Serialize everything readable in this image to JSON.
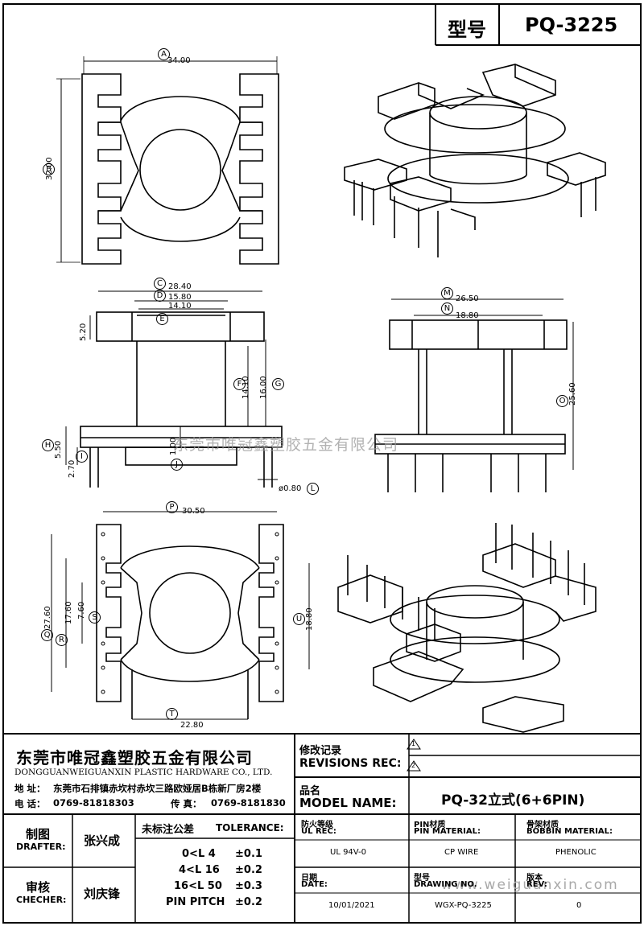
{
  "header": {
    "model_label": "型号",
    "model_value": "PQ-3225"
  },
  "dimensions": {
    "A": {
      "letter": "A",
      "value": "34.00"
    },
    "B": {
      "letter": "B",
      "value": "32.00"
    },
    "C": {
      "letter": "C",
      "value": "28.40"
    },
    "D": {
      "letter": "D",
      "value": "15.80"
    },
    "E": {
      "letter": "E",
      "value": "14.10"
    },
    "side_top": "5.20",
    "F": {
      "letter": "F",
      "value": "14.10"
    },
    "G": {
      "letter": "G",
      "value": "16.00"
    },
    "H": {
      "letter": "H",
      "value": "5.50"
    },
    "I": {
      "letter": "I",
      "value": "2.70"
    },
    "J": {
      "letter": "J",
      "value": "1.00"
    },
    "L": {
      "letter": "L",
      "value": "ø0.80"
    },
    "M": {
      "letter": "M",
      "value": "26.50"
    },
    "N": {
      "letter": "N",
      "value": "18.80"
    },
    "O": {
      "letter": "O",
      "value": "25.60"
    },
    "P": {
      "letter": "P",
      "value": "30.50"
    },
    "Q": {
      "letter": "Q",
      "value": "27.60"
    },
    "R": {
      "letter": "R",
      "value": "17.60"
    },
    "S": {
      "letter": "S",
      "value": "7.60"
    },
    "U": {
      "letter": "U",
      "value": "18.80"
    },
    "T": {
      "letter": "T",
      "value": "22.80"
    }
  },
  "watermark": {
    "text": "东莞市唯冠鑫塑胶五金有限公司",
    "url": "www.weiguanxin.com"
  },
  "company": {
    "name_cn": "东莞市唯冠鑫塑胶五金有限公司",
    "name_en": "DONGGUANWEIGUANXIN PLASTIC HARDWARE CO., LTD.",
    "address_label": "地  址：",
    "address": "东莞市石排镇赤坎村赤坎三路欧娅居B栋新厂房2楼",
    "tel_label": "电  话：",
    "tel": "0769-81818303",
    "fax_label": "传  真：",
    "fax": "0769-8181830"
  },
  "revisions": {
    "label_cn": "修改记录",
    "label_en": "REVISIONS REC:",
    "rev1": "1",
    "rev2": "2"
  },
  "model": {
    "label_cn": "品名",
    "label_en": "MODEL NAME:",
    "value": "PQ-32立式(6+6PIN)"
  },
  "people": {
    "drafter_cn": "制图",
    "drafter_en": "DRAFTER:",
    "drafter_name": "张兴成",
    "checker_cn": "审核",
    "checker_en": "CHECHER:",
    "checker_name": "刘庆锋"
  },
  "tolerance": {
    "title_cn": "未标注公差",
    "title_en": "TOLERANCE:",
    "rows": [
      {
        "range": "0<L  4",
        "value": "±0.1"
      },
      {
        "range": "4<L  16",
        "value": "±0.2"
      },
      {
        "range": "16<L  50",
        "value": "±0.3"
      },
      {
        "range": "PIN PITCH",
        "value": "±0.2"
      }
    ]
  },
  "specs": {
    "ul_cn": "防火等级",
    "ul_en": "UL REC:",
    "ul_value": "UL 94V-0",
    "pin_cn": "PIN材质",
    "pin_en": "PIN MATERIAL:",
    "pin_value": "CP WIRE",
    "bobbin_cn": "骨架材质",
    "bobbin_en": "BOBBIN MATERIAL:",
    "bobbin_value": "PHENOLIC",
    "date_cn": "日期",
    "date_en": "DATE:",
    "date_value": "10/01/2021",
    "drawing_cn": "型号",
    "drawing_en": "DRAWING NO.",
    "drawing_value": "WGX-PQ-3225",
    "rev_cn": "版本",
    "rev_en": "REV:",
    "rev_value": "0"
  }
}
